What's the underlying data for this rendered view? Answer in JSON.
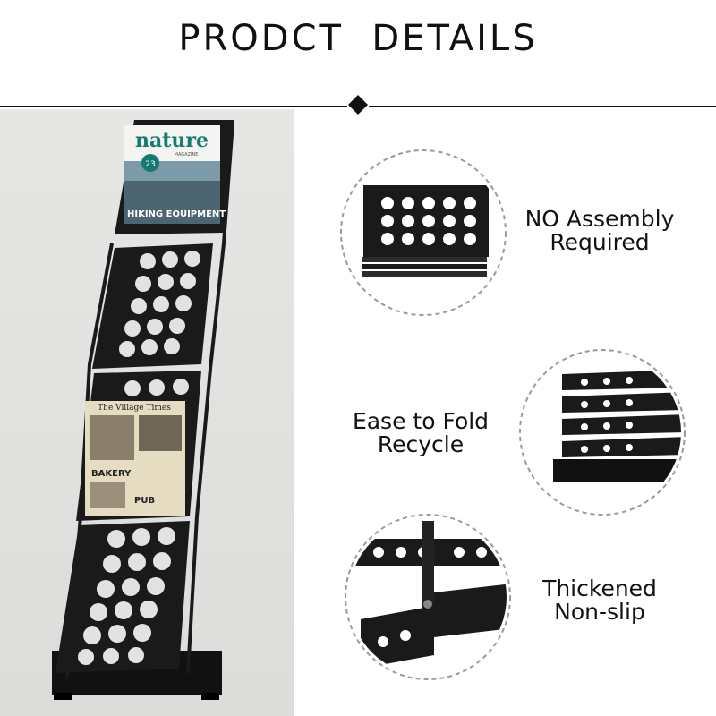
{
  "header": {
    "title": "PRODCT  DETAILS"
  },
  "product_photo": {
    "magazine": {
      "masthead": "nature",
      "sub": "MAGAZINE",
      "issue": "23",
      "headline": "HIKING EQUIPMENT"
    },
    "newspaper": {
      "masthead": "The Village Times",
      "headline": "BAKERY",
      "subhead": "PUB"
    }
  },
  "features": [
    {
      "line1": "NO Assembly",
      "line2": "Required",
      "icon": "stacked-shelves-icon"
    },
    {
      "line1": "Ease to Fold",
      "line2": "Recycle",
      "icon": "folded-shelves-icon"
    },
    {
      "line1": "Thickened",
      "line2": "Non-slip",
      "icon": "hinge-detail-icon"
    }
  ],
  "colors": {
    "text": "#111111",
    "rack": "#1a1a1a",
    "photo_bg": "#e2e2e0",
    "dash": "#9a9a9a"
  }
}
